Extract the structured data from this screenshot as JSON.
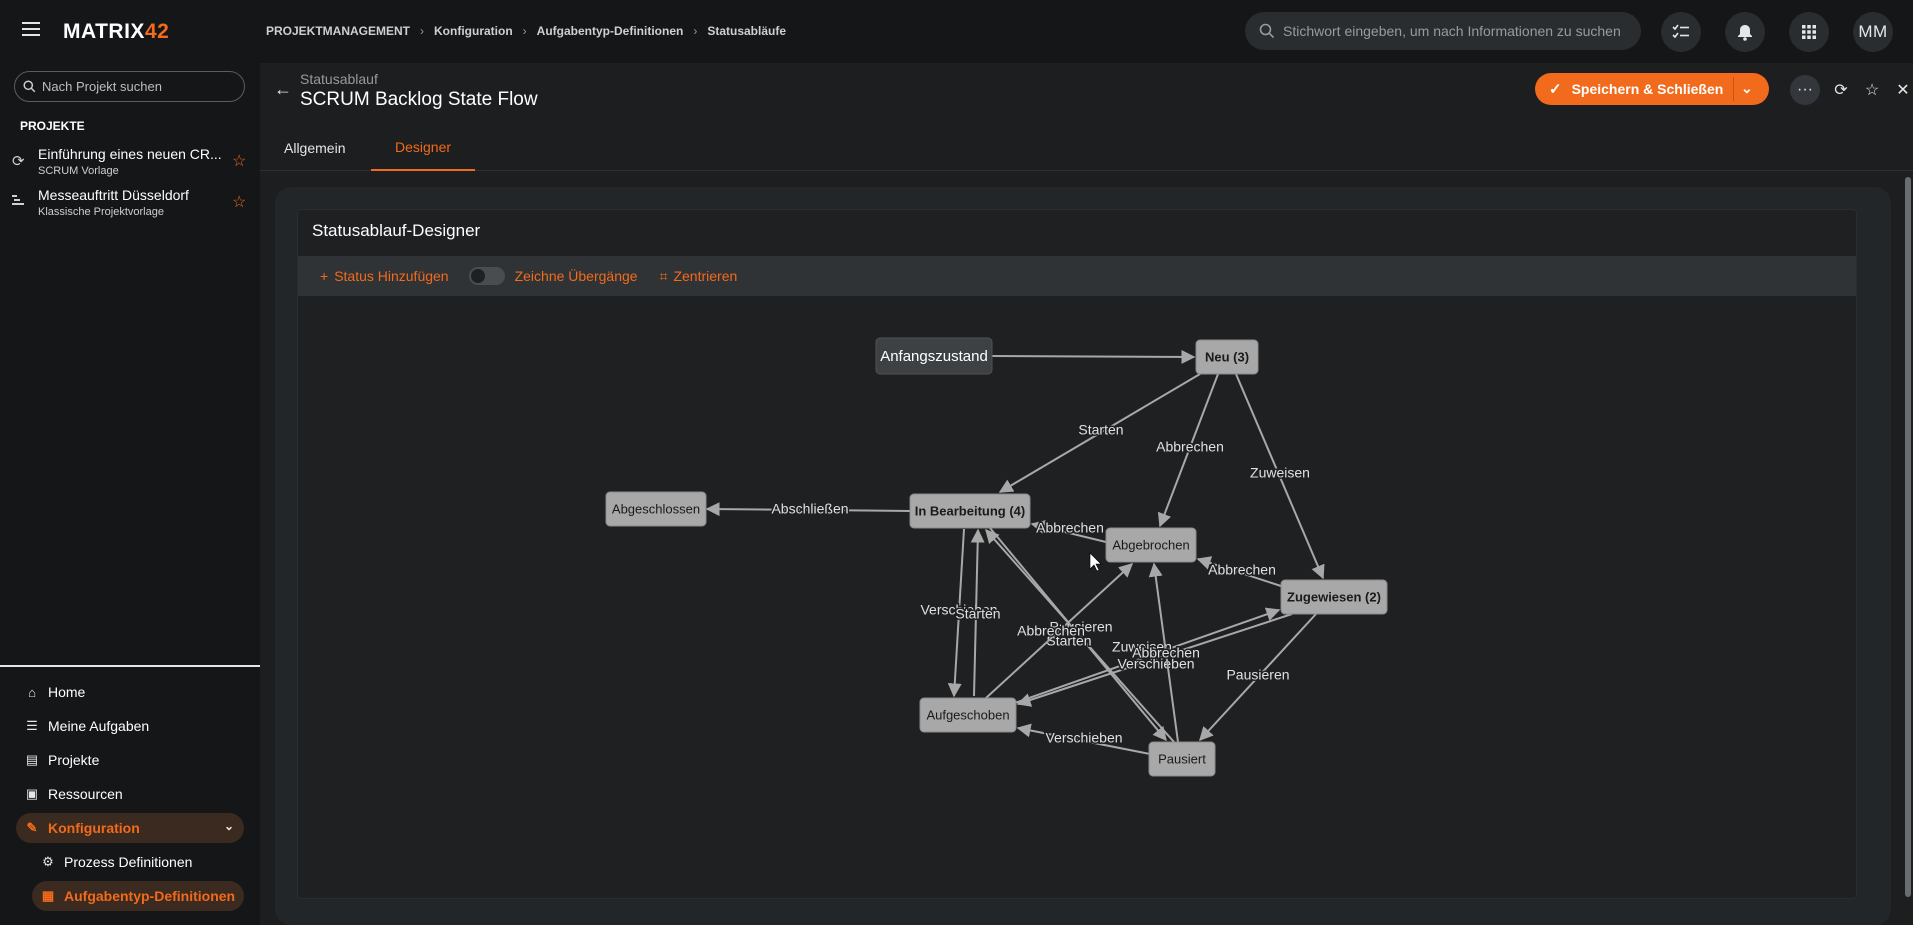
{
  "app": {
    "logo_text": "MATRIX",
    "logo_num": "42",
    "search_placeholder": "Stichwort eingeben, um nach Informationen zu suchen",
    "avatar": "MM"
  },
  "breadcrumb": [
    "PROJEKTMANAGEMENT",
    "Konfiguration",
    "Aufgabentyp-Definitionen",
    "Statusabläufe"
  ],
  "sidebar": {
    "search_placeholder": "Nach Projekt suchen",
    "section_title": "PROJEKTE",
    "projects": [
      {
        "name": "Einführung eines neuen CR...",
        "sub": "SCRUM Vorlage"
      },
      {
        "name": "Messeauftritt Düsseldorf",
        "sub": "Klassische Projektvorlage"
      }
    ],
    "nav": [
      {
        "label": "Home"
      },
      {
        "label": "Meine Aufgaben"
      },
      {
        "label": "Projekte"
      },
      {
        "label": "Ressourcen"
      },
      {
        "label": "Konfiguration"
      },
      {
        "label": "Prozess Definitionen"
      },
      {
        "label": "Aufgabentyp-Definitionen"
      }
    ]
  },
  "header": {
    "kicker": "Statusablauf",
    "title": "SCRUM Backlog State Flow",
    "save_label": "Speichern & Schließen"
  },
  "tabs": [
    {
      "label": "Allgemein"
    },
    {
      "label": "Designer"
    }
  ],
  "designer": {
    "title": "Statusablauf-Designer",
    "add_status": "Status Hinzufügen",
    "draw_transitions": "Zeichne Übergänge",
    "center": "Zentrieren"
  },
  "diagram": {
    "nodes": [
      {
        "id": "start",
        "label": "Anfangszustand"
      },
      {
        "id": "neu",
        "label": "Neu (3)"
      },
      {
        "id": "inb",
        "label": "In Bearbeitung (4)"
      },
      {
        "id": "abgeschl",
        "label": "Abgeschlossen"
      },
      {
        "id": "abgebr",
        "label": "Abgebrochen"
      },
      {
        "id": "zugew",
        "label": "Zugewiesen (2)"
      },
      {
        "id": "aufg",
        "label": "Aufgeschoben"
      },
      {
        "id": "paus",
        "label": "Pausiert"
      }
    ],
    "edges": [
      {
        "from": "start",
        "to": "neu",
        "label": ""
      },
      {
        "from": "neu",
        "to": "inb",
        "label": "Starten"
      },
      {
        "from": "neu",
        "to": "abgebr",
        "label": "Abbrechen"
      },
      {
        "from": "neu",
        "to": "zugew",
        "label": "Zuweisen"
      },
      {
        "from": "inb",
        "to": "abgeschl",
        "label": "Abschließen"
      },
      {
        "from": "abgebr",
        "to": "inb",
        "label": "Abbrechen"
      },
      {
        "from": "zugew",
        "to": "abgebr",
        "label": "Abbrechen"
      },
      {
        "from": "inb",
        "to": "aufg",
        "label": "Verschieben"
      },
      {
        "from": "aufg",
        "to": "inb",
        "label": "Starten"
      },
      {
        "from": "inb",
        "to": "paus",
        "label": "Pausieren"
      },
      {
        "from": "paus",
        "to": "inb",
        "label": "Starten"
      },
      {
        "from": "aufg",
        "to": "abgebr",
        "label": "Abbrechen"
      },
      {
        "from": "aufg",
        "to": "zugew",
        "label": "Zuweisen"
      },
      {
        "from": "zugew",
        "to": "aufg",
        "label": "Verschieben"
      },
      {
        "from": "paus",
        "to": "abgebr",
        "label": "Abbrechen"
      },
      {
        "from": "zugew",
        "to": "paus",
        "label": "Pausieren"
      },
      {
        "from": "paus",
        "to": "aufg",
        "label": "Verschieben"
      }
    ]
  },
  "colors": {
    "accent": "#f26a1b",
    "node": "#a8a8a8",
    "start_node": "#3e4144",
    "edge": "#a8a8a8"
  }
}
